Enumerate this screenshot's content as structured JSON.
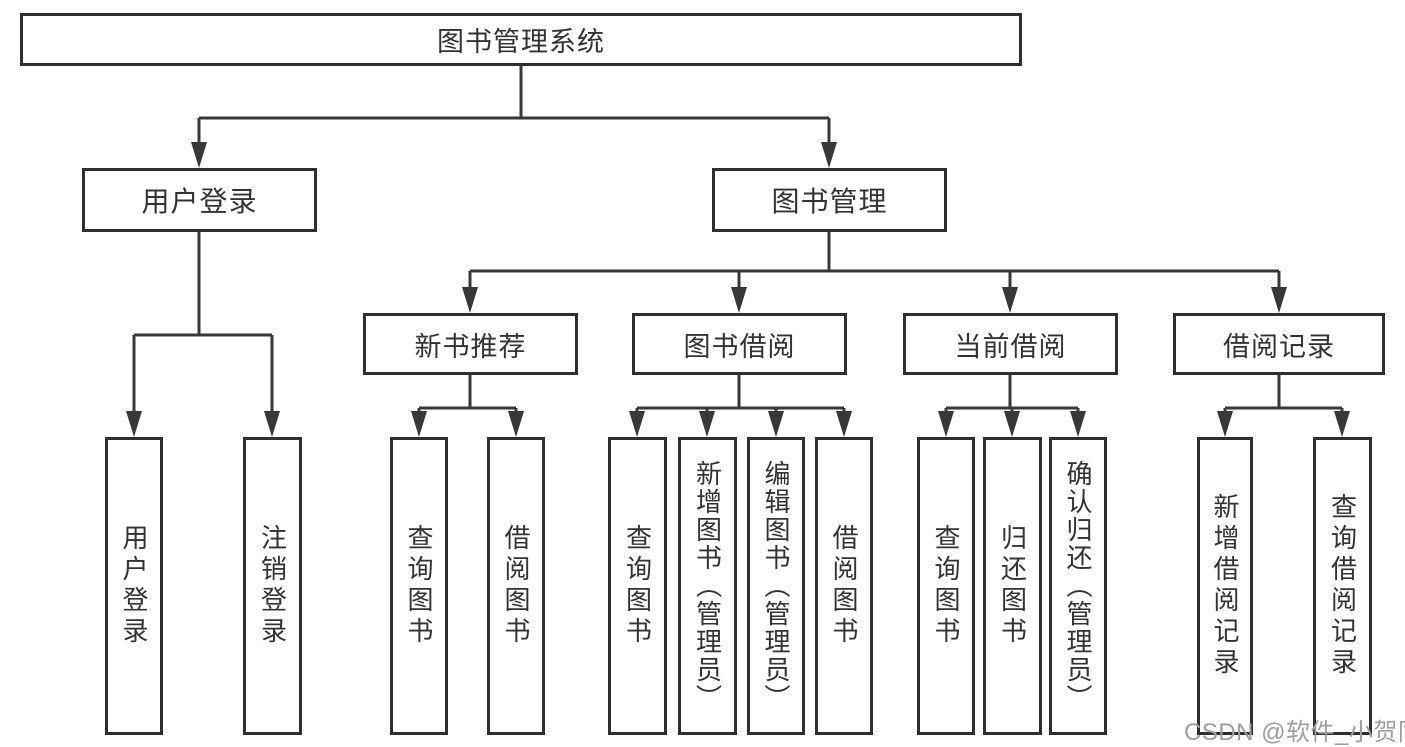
{
  "diagram": {
    "root": {
      "label": "图书管理系统"
    },
    "level2": [
      {
        "label": "用户登录"
      },
      {
        "label": "图书管理"
      }
    ],
    "level3": [
      {
        "label": "新书推荐"
      },
      {
        "label": "图书借阅"
      },
      {
        "label": "当前借阅"
      },
      {
        "label": "借阅记录"
      }
    ],
    "leaves": {
      "login": [
        "用户登录",
        "注销登录"
      ],
      "newbook": [
        "查询图书",
        "借阅图书"
      ],
      "borrow": [
        "查询图书",
        "新增图书（管理员）",
        "编辑图书（管理员）",
        "借阅图书"
      ],
      "current": [
        "查询图书",
        "归还图书",
        "确认归还（管理员）"
      ],
      "records": [
        "新增借阅记录",
        "查询借阅记录"
      ]
    }
  },
  "watermark": {
    "text": "CSDN @软件_小贺同学"
  },
  "colors": {
    "line": "#383838",
    "box_border": "#2f2f2f",
    "text": "#333333",
    "watermark": "#9e9e9e",
    "background": "#ffffff"
  }
}
